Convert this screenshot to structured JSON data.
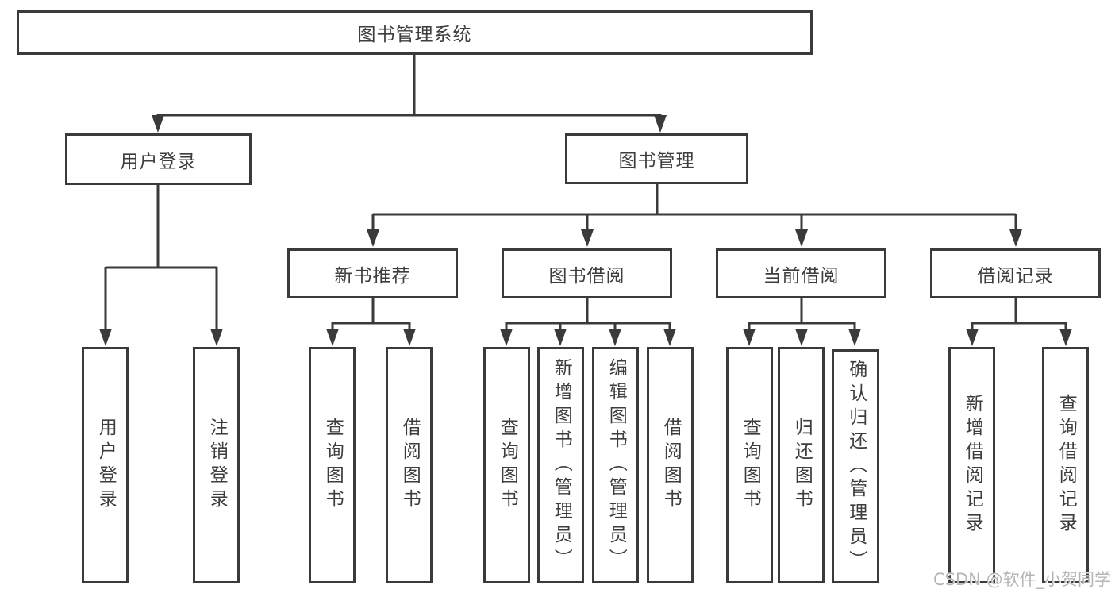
{
  "tree": {
    "root": {
      "label": "图书管理系统"
    },
    "branches": [
      {
        "label": "用户登录",
        "children": [
          {
            "label": "用户登录"
          },
          {
            "label": "注销登录"
          }
        ]
      },
      {
        "label": "图书管理",
        "children": [
          {
            "label": "新书推荐",
            "children": [
              {
                "label": "查询图书"
              },
              {
                "label": "借阅图书"
              }
            ]
          },
          {
            "label": "图书借阅",
            "children": [
              {
                "label": "查询图书"
              },
              {
                "label": "新增图书（管理员）"
              },
              {
                "label": "编辑图书（管理员）"
              },
              {
                "label": "借阅图书"
              }
            ]
          },
          {
            "label": "当前借阅",
            "children": [
              {
                "label": "查询图书"
              },
              {
                "label": "归还图书"
              },
              {
                "label": "确认归还（管理员）"
              }
            ]
          },
          {
            "label": "借阅记录",
            "children": [
              {
                "label": "新增借阅记录"
              },
              {
                "label": "查询借阅记录"
              }
            ]
          }
        ]
      }
    ]
  },
  "watermark": {
    "text": "CSDN @软件_小贺同学"
  },
  "colors": {
    "line": "#3a3a3a",
    "box_border": "#3a3a3a",
    "text": "#3d3d3d",
    "watermark": "#b5b5b5",
    "background": "#ffffff"
  }
}
